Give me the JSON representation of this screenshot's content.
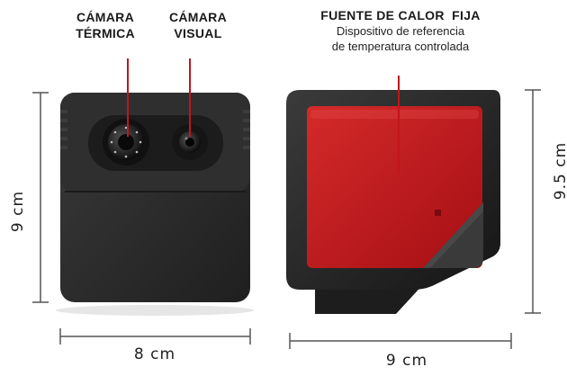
{
  "callouts": {
    "thermal_camera": [
      "CÁMARA",
      "TÉRMICA"
    ],
    "visual_camera": [
      "CÁMARA",
      "VISUAL"
    ],
    "heat_source_title": "FUENTE DE CALOR  FIJA",
    "heat_source_desc": [
      "Dispositivo de referencia",
      "de temperatura controlada"
    ]
  },
  "dimensions": {
    "camera_height": "9 cm",
    "camera_width": "8 cm",
    "source_width": "9 cm",
    "source_height": "9.5 cm"
  },
  "colors": {
    "callout_line": "#c0161c",
    "camera_body": "#2b2b2b",
    "source_frame": "#2a2a2a",
    "source_plate": "#c4161c",
    "dimension_line": "#555555"
  }
}
